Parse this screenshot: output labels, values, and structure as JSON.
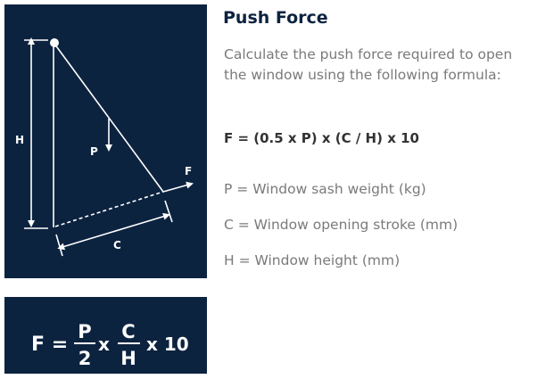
{
  "diagram": {
    "labels": {
      "h": "H",
      "p": "P",
      "f": "F",
      "c": "C"
    }
  },
  "formula_box": {
    "lhs": "F =",
    "frac1_num": "P",
    "frac1_den": "2",
    "times1": "x",
    "frac2_num": "C",
    "frac2_den": "H",
    "times2": "x 10"
  },
  "content": {
    "title": "Push Force",
    "description": "Calculate the push force required to open the window using the following formula:",
    "formula": "F = (0.5 x P) x (C / H) x 10",
    "variables": [
      "P = Window sash weight (kg)",
      "C = Window opening stroke (mm)",
      "H = Window height (mm)"
    ]
  },
  "colors": {
    "navy": "#0c2340",
    "body_text": "#7a7a7a",
    "formula_text": "#333333"
  }
}
